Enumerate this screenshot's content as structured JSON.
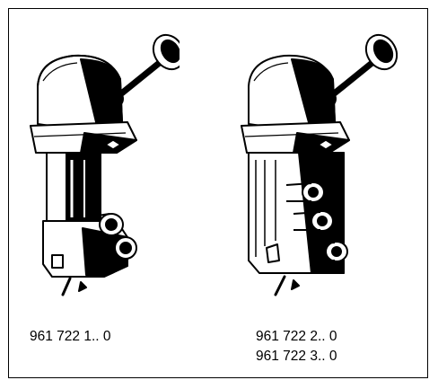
{
  "figure": {
    "left_model_label": "961 722 1.. 0",
    "right_model_labels": [
      "961 722 2.. 0",
      "961 722 3.. 0"
    ]
  },
  "colors": {
    "ink": "#000000",
    "paper": "#ffffff"
  },
  "icons": {
    "left_item": "hand-brake-valve-icon",
    "right_item": "hand-brake-valve-multiport-icon"
  }
}
